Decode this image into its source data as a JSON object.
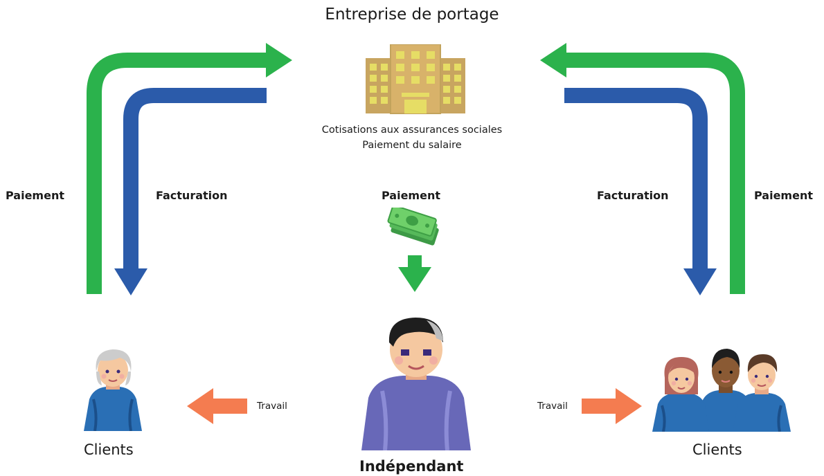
{
  "title": "Entreprise de portage",
  "company_caption": {
    "line1": "Cotisations aux assurances sociales",
    "line2": "Paiement du salaire"
  },
  "labels": {
    "left_payment": "Paiement",
    "left_invoicing": "Facturation",
    "center_payment": "Paiement",
    "right_invoicing": "Facturation",
    "right_payment": "Paiement",
    "left_work": "Travail",
    "right_work": "Travail",
    "left_clients": "Clients",
    "right_clients": "Clients",
    "independent": "Indépendant"
  },
  "colors": {
    "green": "#2bb24c",
    "blue": "#2b5baa",
    "orange": "#f47c50",
    "building": "#c8a560",
    "building_window": "#e6dd65",
    "money": "#6fd06a",
    "shirt_blue": "#2a6fb5",
    "shirt_purple": "#6868b8",
    "skin": "#f5c8a0",
    "hair_dark": "#1e1e1e",
    "hair_grey": "#cccccc"
  }
}
